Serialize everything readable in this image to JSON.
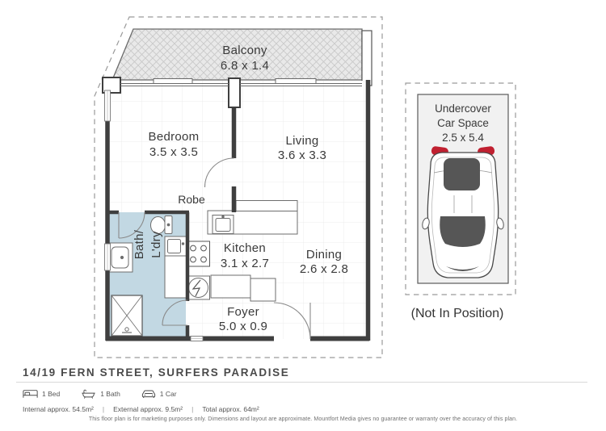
{
  "plan": {
    "rooms": {
      "balcony": {
        "label": "Balcony",
        "dims": "6.8 x 1.4"
      },
      "bedroom": {
        "label": "Bedroom",
        "dims": "3.5 x 3.5"
      },
      "living": {
        "label": "Living",
        "dims": "3.6 x 3.3"
      },
      "robe": {
        "label": "Robe"
      },
      "bath": {
        "label_line1": "Bath/",
        "label_line2": "L'dry"
      },
      "kitchen": {
        "label": "Kitchen",
        "dims": "3.1 x 2.7"
      },
      "dining": {
        "label": "Dining",
        "dims": "2.6 x 2.8"
      },
      "foyer": {
        "label": "Foyer",
        "dims": "5.0 x 0.9"
      }
    },
    "car_space": {
      "label_line1": "Undercover",
      "label_line2": "Car Space",
      "dims": "2.5 x 5.4",
      "note": "(Not In Position)"
    }
  },
  "footer": {
    "address": "14/19 FERN STREET, SURFERS PARADISE",
    "features": [
      {
        "icon": "bed-icon",
        "label": "1 Bed"
      },
      {
        "icon": "bath-icon",
        "label": "1 Bath"
      },
      {
        "icon": "car-icon",
        "label": "1 Car"
      }
    ],
    "areas": {
      "internal": "Internal approx. 54.5m²",
      "external": "External approx. 9.5m²",
      "total": "Total approx. 64m²",
      "separator": "|"
    },
    "disclaimer": "This floor plan is for marketing purposes only. Dimensions and layout are approximate. Mountfort Media gives no guarantee or warranty over the accuracy of this plan."
  },
  "colors": {
    "wall": "#3f3f3f",
    "bath_fill": "#c2d8e3",
    "balcony_hatch_line": "#c9c9c9",
    "balcony_hatch_bg": "#e9e9e9",
    "carspace_fill": "#f1f1f1",
    "tail_light": "#c02030",
    "car_window": "#565656",
    "dashed_line": "#9a9a9a",
    "text": "#3a3a3a"
  }
}
